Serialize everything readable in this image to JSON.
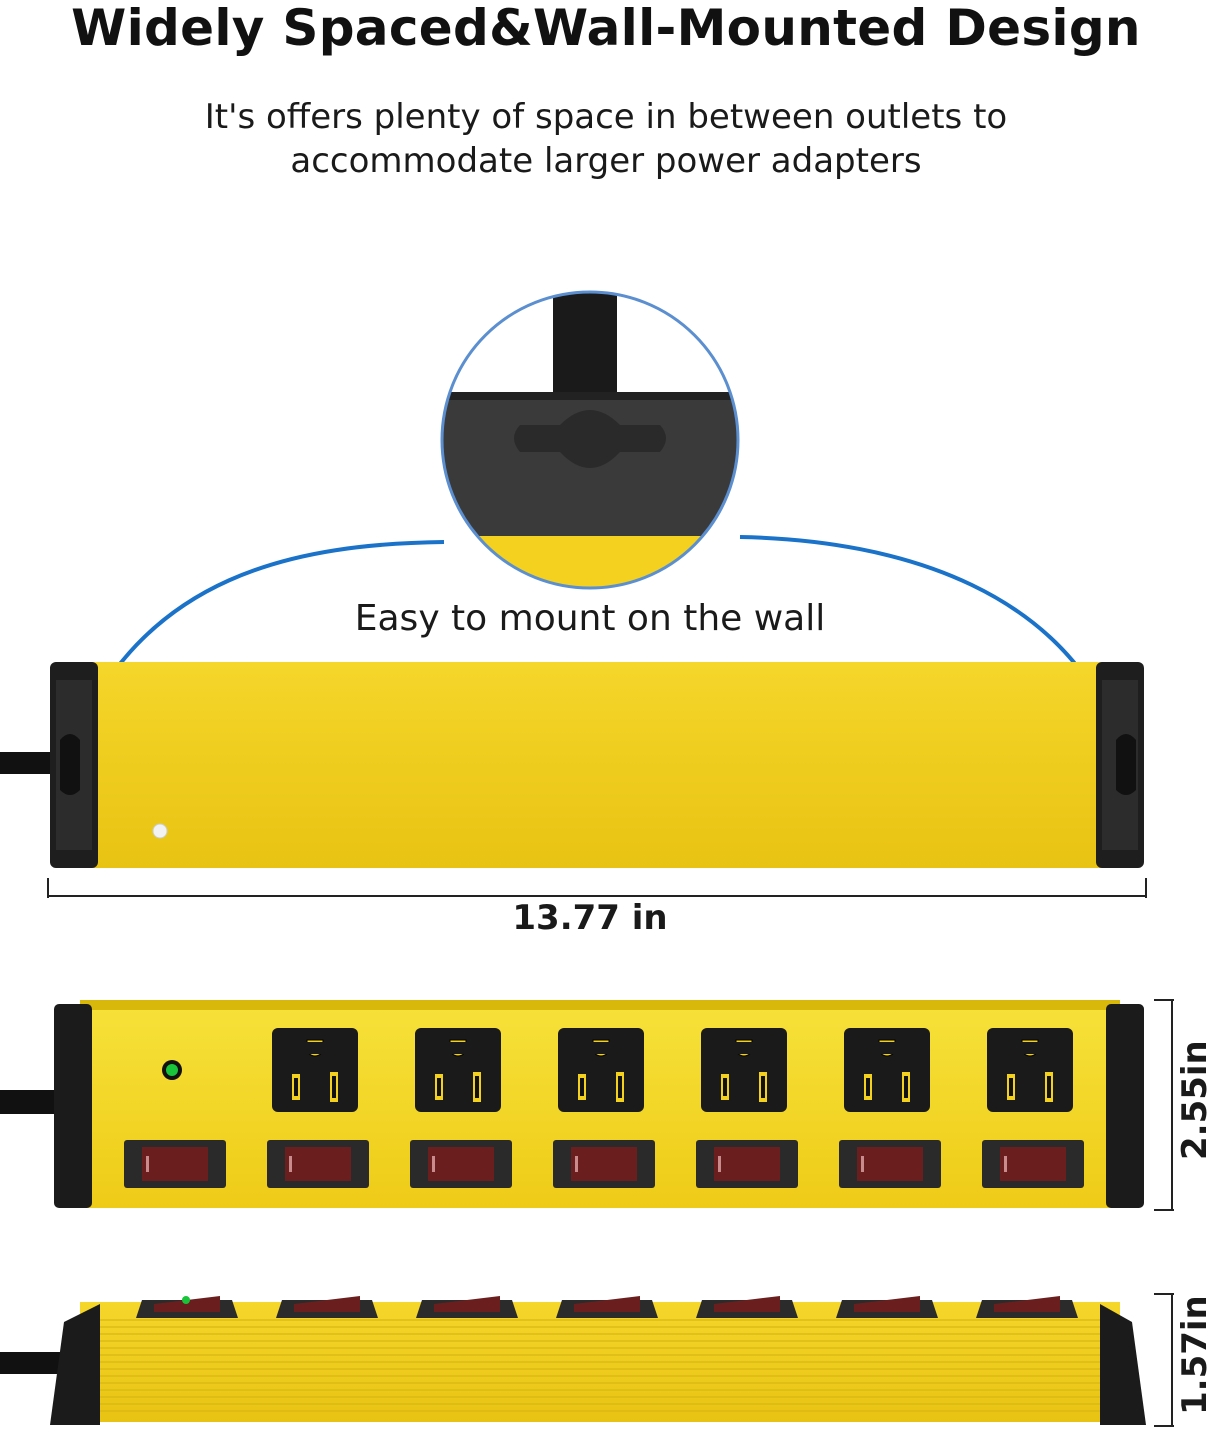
{
  "headline": "Widely Spaced&Wall-Mounted Design",
  "subtitle_line1": "It's offers plenty of space in between outlets to",
  "subtitle_line2": "accommodate larger power adapters",
  "mount_label": "Easy to mount on the wall",
  "width_label": "13.77 in",
  "height_label": "2.55in",
  "depth_label": "1.57in",
  "colors": {
    "housing_yellow": "#f3d11e",
    "end_cap_black": "#1c1c1c",
    "arrow_blue": "#1a73c9",
    "switch_red": "#6b1e1e",
    "indicator_green": "#19c43a"
  },
  "outlet_count": 6,
  "switch_count": 7
}
